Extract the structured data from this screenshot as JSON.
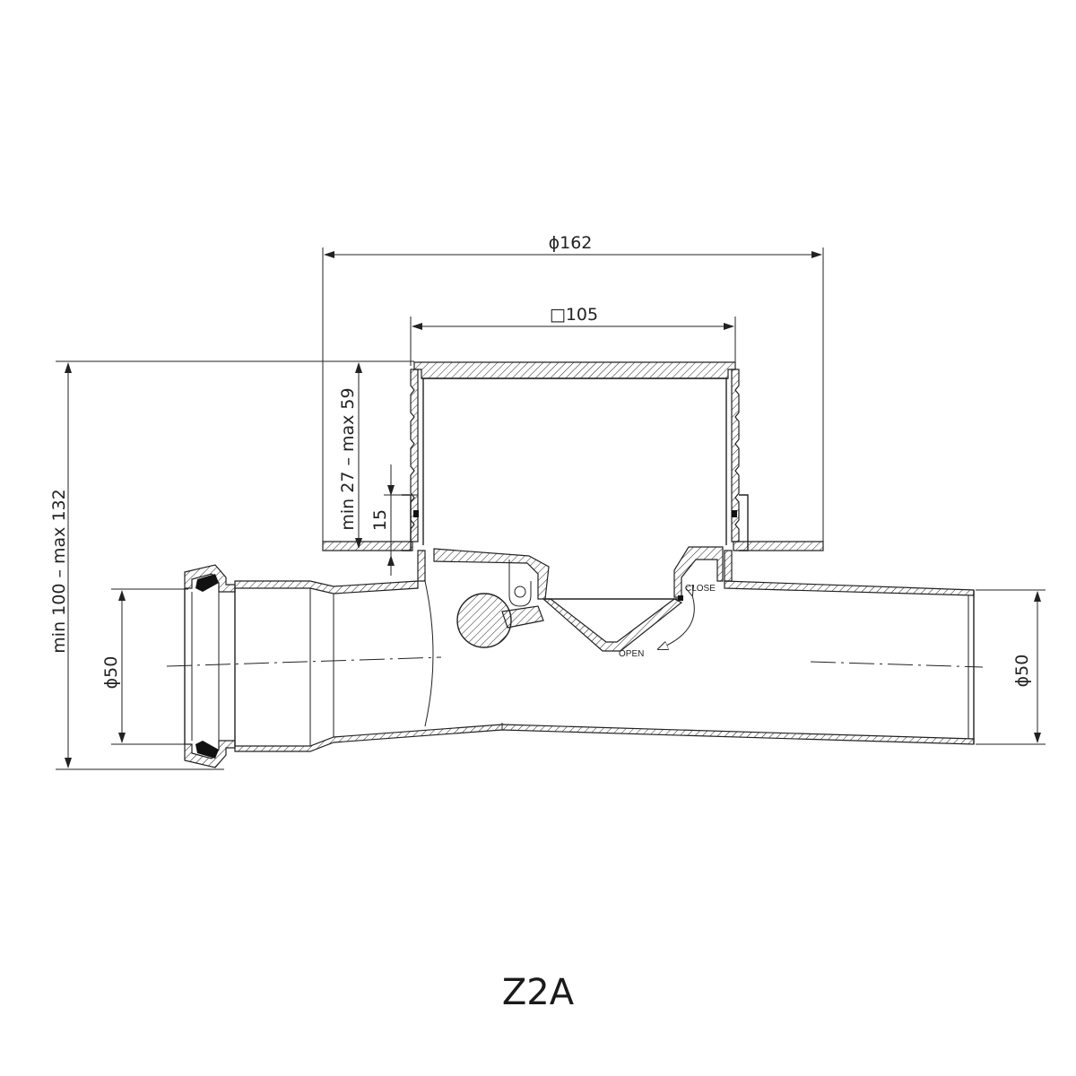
{
  "dimensions": {
    "outer_diameter": "ϕ162",
    "square_grate": "□105",
    "overall_height": "min 100 – max 132",
    "grate_height": "min 27 – max 59",
    "flange": "15",
    "inlet_diameter": "ϕ50",
    "outlet_diameter": "ϕ50"
  },
  "valve_labels": {
    "close": "CLOSE",
    "open": "OPEN"
  },
  "caption": "Z2A"
}
